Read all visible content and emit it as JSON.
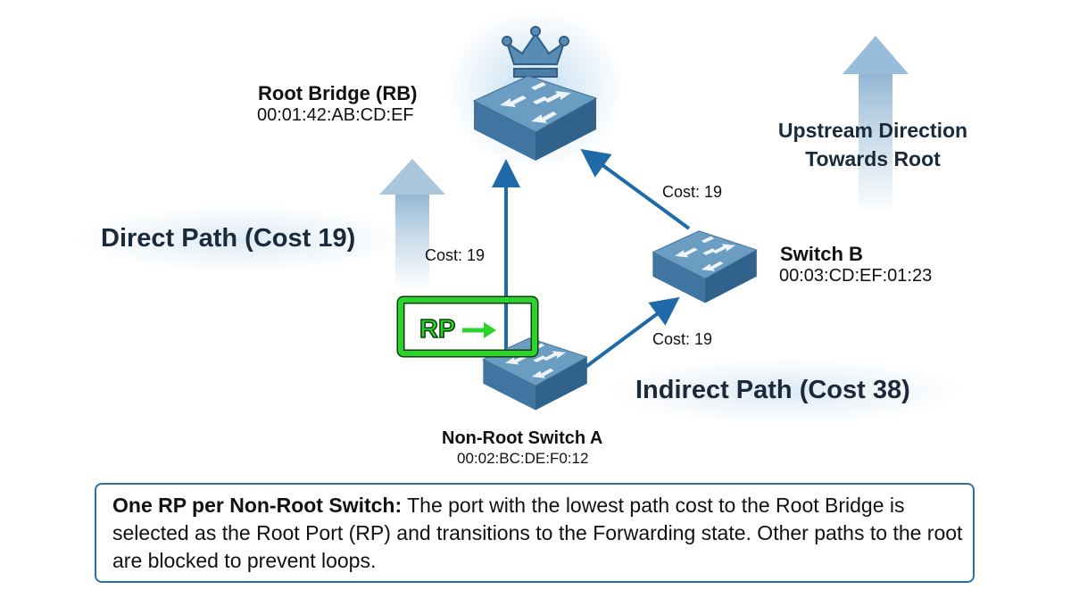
{
  "root_bridge": {
    "title": "Root Bridge (RB)",
    "mac": "00:01:42:AB:CD:EF"
  },
  "switch_b": {
    "title": "Switch B",
    "mac": "00:03:CD:EF:01:23"
  },
  "switch_a": {
    "title": "Non-Root Switch A",
    "mac": "00:02:BC:DE:F0:12"
  },
  "links": {
    "a_to_root": "Cost: 19",
    "b_to_root": "Cost: 19",
    "a_to_b": "Cost: 19"
  },
  "direct_path": "Direct Path (Cost 19)",
  "indirect_path": "Indirect Path (Cost 38)",
  "upstream": {
    "line1": "Upstream Direction",
    "line2": "Towards Root"
  },
  "root_port_label": "RP",
  "note": {
    "bold": "One RP per Non-Root Switch:",
    "text": " The port with the lowest path cost to the Root Bridge is selected as the Root Port (RP) and transitions to the Forwarding state. Other paths to the root are blocked to prevent loops."
  },
  "colors": {
    "link": "#1f6aa8",
    "switch": "#4f86ad",
    "root_port": "#2bd42b",
    "faded_arrow": "#a9c6dd"
  }
}
